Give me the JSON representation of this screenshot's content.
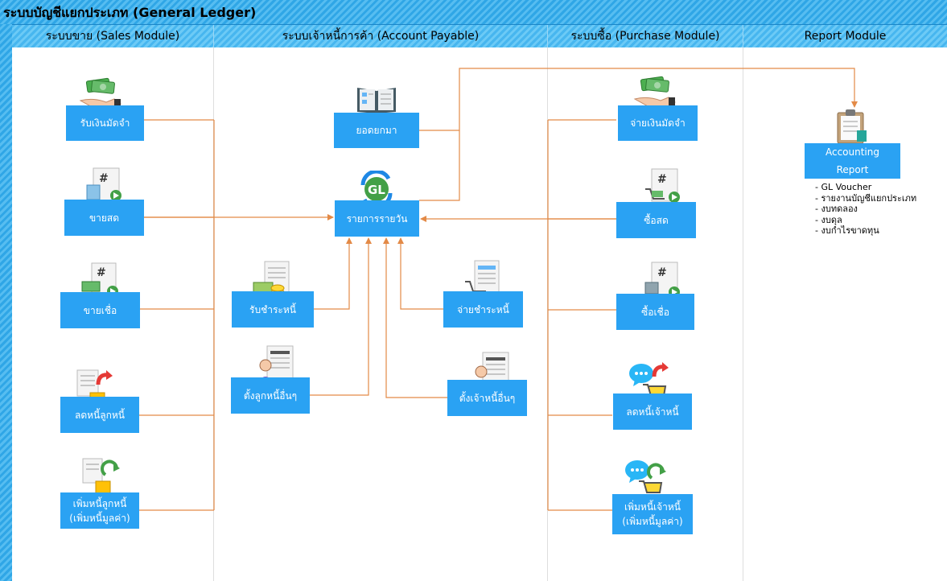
{
  "title": "ระบบบัญชีแยกประเภท (General Ledger)",
  "columns": {
    "sales": "ระบบขาย (Sales Module)",
    "payable": "ระบบเจ้าหนี้การค้า (Account Payable)",
    "purchase": "ระบบซื้อ (Purchase Module)",
    "report": "Report Module"
  },
  "sales": {
    "deposit": "รับเงินมัดจำ",
    "cash_sale": "ขายสด",
    "credit_sale": "ขายเชื่อ",
    "reduce_debtor": "ลดหนี้ลูกหนี้",
    "increase_debtor": "เพิ่มหนี้ลูกหนี้",
    "increase_debtor_sub": "(เพิ่มหนี้มูลค่า)"
  },
  "payable": {
    "brought_forward": "ยอดยกมา",
    "daily_journal": "รายการรายวัน",
    "receive_payment": "รับชำระหนี้",
    "pay_payment": "จ่ายชำระหนี้",
    "other_debtor": "ตั้งลูกหนี้อื่นๆ",
    "other_creditor": "ตั้งเจ้าหนี้อื่นๆ"
  },
  "purchase": {
    "deposit_pay": "จ่ายเงินมัดจำ",
    "cash_purchase": "ซื้อสด",
    "credit_purchase": "ซื้อเชื่อ",
    "reduce_creditor": "ลดหนี้เจ้าหนี้",
    "increase_creditor": "เพิ่มหนี้เจ้าหนี้",
    "increase_creditor_sub": "(เพิ่มหนี้มูลค่า)"
  },
  "report": {
    "label_line1": "Accounting",
    "label_line2": "Report",
    "items": [
      "- GL Voucher",
      "- รายงานบัญชีแยกประเภท",
      "- งบทดลอง",
      "- งบดุล",
      "- งบกำไรขาดทุน"
    ]
  },
  "gl_badge": "GL",
  "hash_glyph": "#",
  "colors": {
    "header_blue": "#2fa6e6",
    "node_blue": "#2aa2f3",
    "connector": "#e38a47"
  },
  "icons": [
    "money-hand-icon",
    "document-hash-icon",
    "book-icon",
    "gl-refresh-icon",
    "invoice-coins-icon",
    "invoice-cart-icon",
    "person-document-icon",
    "paper-refresh-icon",
    "chat-cart-icon",
    "clipboard-icon"
  ]
}
